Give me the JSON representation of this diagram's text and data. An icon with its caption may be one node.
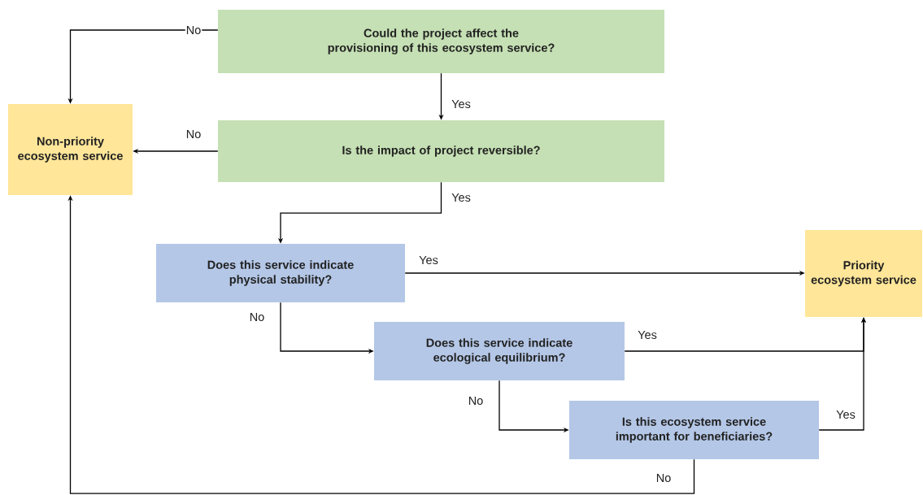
{
  "diagram": {
    "nodes": [
      {
        "text": [
          "Could the project affect the provisioning of this ecosystem service?"
        ]
      },
      {
        "text": [
          "Non-priority ecosystem service"
        ]
      },
      {
        "text": [
          "Is the impact of project reversible?"
        ]
      },
      {
        "text": [
          "Does this service indicate physical stability?"
        ]
      },
      {
        "text": [
          "Priority ecosystem service"
        ]
      },
      {
        "text": [
          "Does this service indicate ecological equilibrium?"
        ]
      },
      {
        "text": [
          "Is this ecosystem service important for beneficiaries?"
        ]
      }
    ],
    "edges": [
      {
        "from": 0,
        "to": 1,
        "arrow": "to",
        "label": "No"
      },
      {
        "from": 0,
        "to": 2,
        "arrow": "to",
        "label": "Yes"
      },
      {
        "from": 2,
        "to": 1,
        "arrow": "to",
        "label": "No"
      },
      {
        "from": 2,
        "to": 3,
        "arrow": "to",
        "label": "Yes"
      },
      {
        "from": 3,
        "to": 4,
        "arrow": "to",
        "label": "Yes"
      },
      {
        "from": 3,
        "to": 5,
        "arrow": "to",
        "label": "No"
      },
      {
        "from": 5,
        "to": 4,
        "arrow": "to",
        "label": "Yes"
      },
      {
        "from": 5,
        "to": 6,
        "arrow": "to",
        "label": "No"
      },
      {
        "from": 6,
        "to": 4,
        "arrow": "to",
        "label": "Yes"
      },
      {
        "from": 6,
        "to": 1,
        "arrow": "to",
        "label": "No"
      }
    ]
  }
}
